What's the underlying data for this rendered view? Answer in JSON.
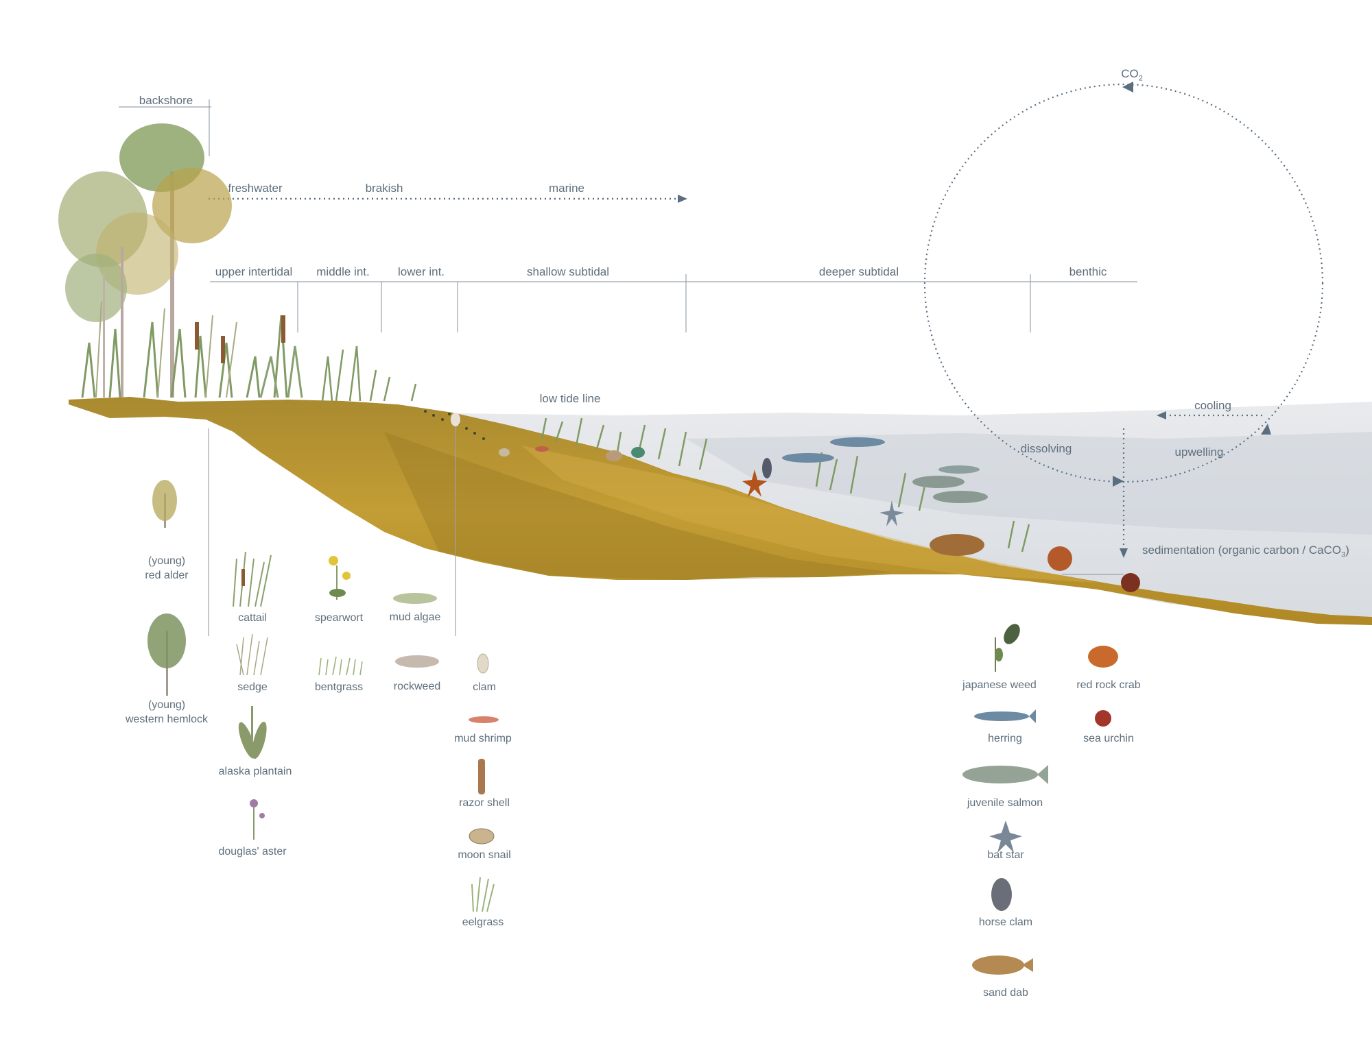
{
  "zones_top": {
    "backshore": "backshore"
  },
  "salinity": {
    "freshwater": "freshwater",
    "brackish": "brakish",
    "marine": "marine"
  },
  "zones": {
    "upper": "upper intertidal",
    "middle": "middle int.",
    "lower": "lower int.",
    "shallow": "shallow subtidal",
    "deeper": "deeper subtidal",
    "benthic": "benthic"
  },
  "low_tide": "low tide line",
  "carbon_cycle": {
    "co2_main": "CO",
    "co2_sub": "2",
    "cooling": "cooling",
    "dissolving": "dissolving",
    "upwelling": "upwelling",
    "sedimentation_main": "sedimentation (organic carbon / CaCO",
    "sedimentation_sub": "3",
    "sedimentation_end": ")"
  },
  "species": {
    "red_alder_1": "(young)",
    "red_alder_2": "red alder",
    "hemlock_1": "(young)",
    "hemlock_2": "western hemlock",
    "cattail": "cattail",
    "sedge": "sedge",
    "alaska_plantain": "alaska plantain",
    "douglas_aster": "douglas' aster",
    "spearwort": "spearwort",
    "bentgrass": "bentgrass",
    "mud_algae": "mud algae",
    "rockweed": "rockweed",
    "clam": "clam",
    "mud_shrimp": "mud shrimp",
    "razor_shell": "razor shell",
    "moon_snail": "moon snail",
    "eelgrass": "eelgrass",
    "japanese_weed": "japanese weed",
    "red_rock_crab": "red rock crab",
    "herring": "herring",
    "sea_urchin": "sea urchin",
    "juvenile_salmon": "juvenile salmon",
    "bat_star": "bat star",
    "horse_clam": "horse clam",
    "sand_dab": "sand dab"
  },
  "colors": {
    "sediment": "#b8952e",
    "water": "#d9dde2",
    "line": "#7d8994",
    "arrow": "#5a6e80"
  }
}
